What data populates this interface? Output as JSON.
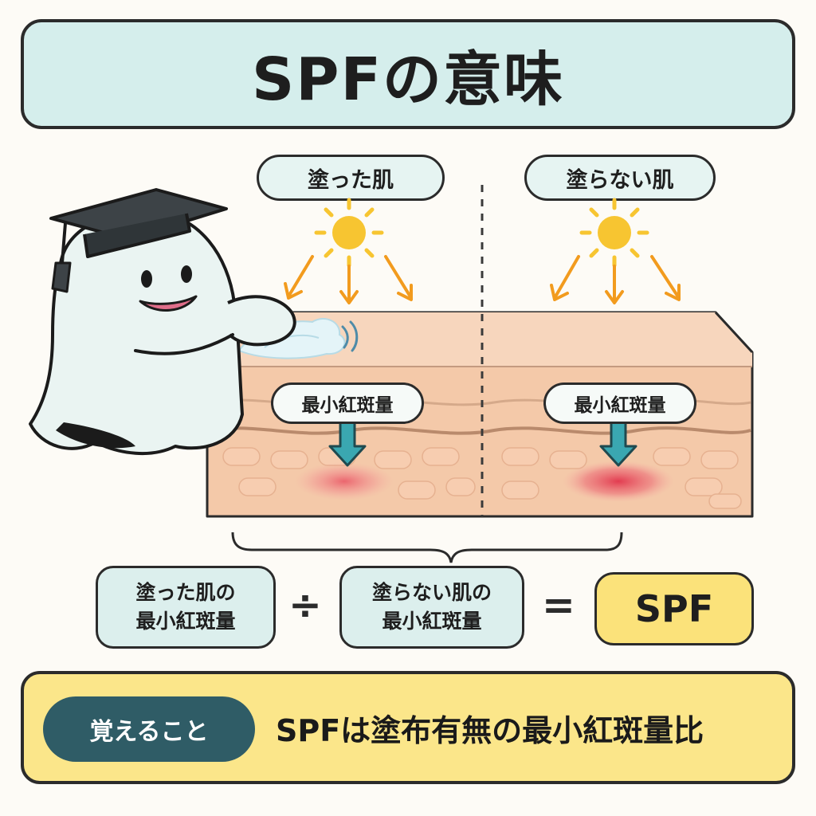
{
  "title": "SPFの意味",
  "labels": {
    "coated_skin": "塗った肌",
    "uncoated_skin": "塗らない肌",
    "med_left": "最小紅斑量",
    "med_right": "最小紅斑量"
  },
  "formula": {
    "coated_line1": "塗った肌の",
    "coated_line2": "最小紅斑量",
    "divide": "÷",
    "uncoated_line1": "塗らない肌の",
    "uncoated_line2": "最小紅斑量",
    "equals": "=",
    "result": "SPF"
  },
  "memo": {
    "tag": "覚えること",
    "text": "SPFは塗布有無の最小紅斑量比"
  },
  "icons": [
    "sun-icon",
    "arrow-down-icon",
    "ghost-mascot-icon",
    "graduation-cap-icon",
    "cream-swirl-icon",
    "redness-spot-icon"
  ],
  "colors": {
    "title_bg": "#d5eeec",
    "skin_top": "#f6d3b6",
    "skin_side": "#f4c9a9",
    "sun": "#f7c531",
    "ray_arrow": "#f29b1e",
    "med_arrow": "#3aa7b1",
    "redness": "#e8445a",
    "spf_box": "#fbe27a",
    "memo_bg": "#fbe68a",
    "memo_tag": "#2f5c66"
  }
}
